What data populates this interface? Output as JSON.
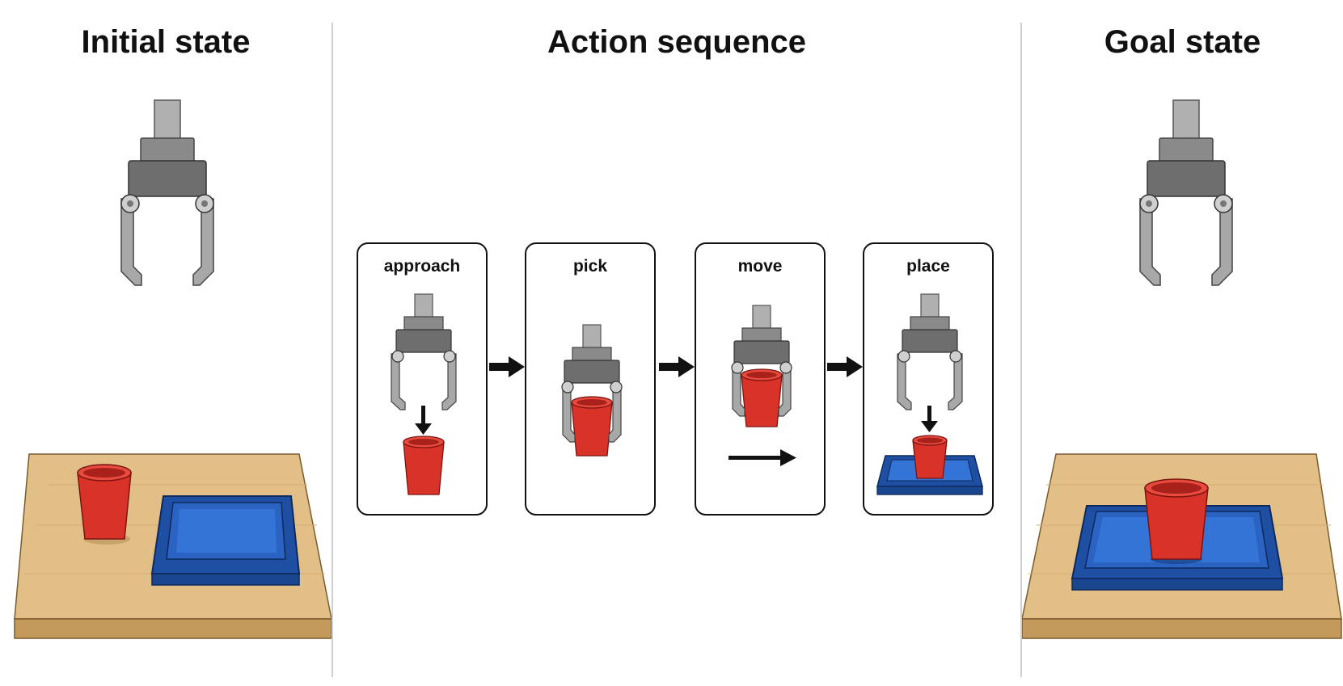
{
  "panels": {
    "initial": {
      "title": "Initial state"
    },
    "action": {
      "title": "Action sequence",
      "steps": [
        {
          "label": "approach"
        },
        {
          "label": "pick"
        },
        {
          "label": "move"
        },
        {
          "label": "place"
        }
      ]
    },
    "goal": {
      "title": "Goal state"
    }
  },
  "colors": {
    "cup_red": "#d93228",
    "tray_blue": "#2a63c2",
    "table_wood": "#e3bf88",
    "gripper_gray": "#7a7a7a",
    "divider_gray": "#cfcfcf"
  },
  "icons": [
    "gripper-icon",
    "cup-icon",
    "tray-icon",
    "table-icon",
    "arrow-right-icon",
    "arrow-down-icon"
  ]
}
